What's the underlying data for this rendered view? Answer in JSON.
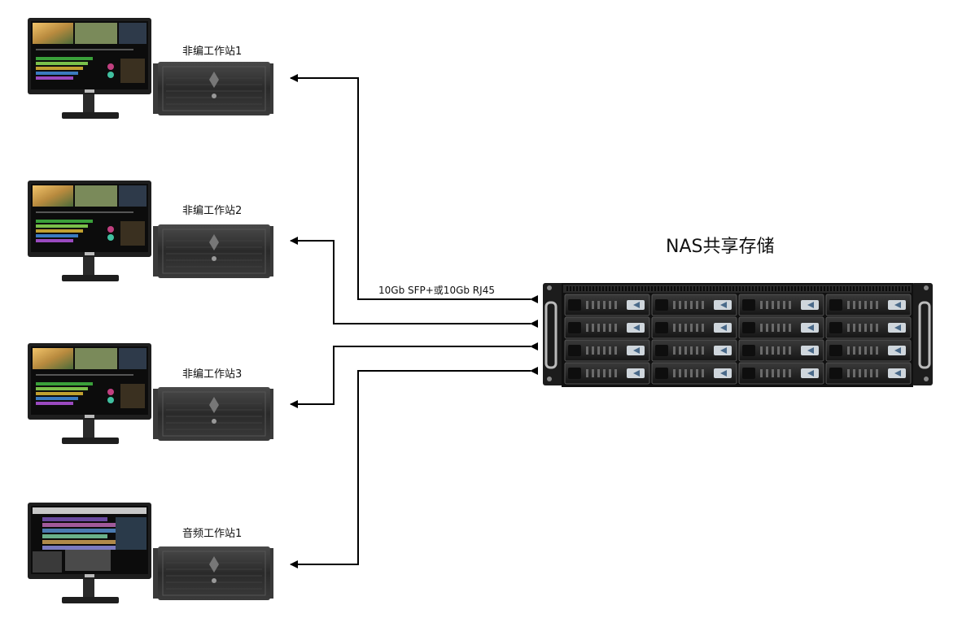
{
  "storage": {
    "title": "NAS共享存储"
  },
  "link": {
    "label": "10Gb SFP+或10Gb RJ45"
  },
  "workstations": [
    {
      "label": "非编工作站1",
      "screen": "video-editor"
    },
    {
      "label": "非编工作站2",
      "screen": "video-editor"
    },
    {
      "label": "非编工作站3",
      "screen": "video-editor"
    },
    {
      "label": "音频工作站1",
      "screen": "audio-daw"
    }
  ],
  "colors": {
    "line": "#000000",
    "chassis": "#2b2b2b",
    "monitor": "#1e1e1e",
    "nas": "#1a1a1a"
  }
}
